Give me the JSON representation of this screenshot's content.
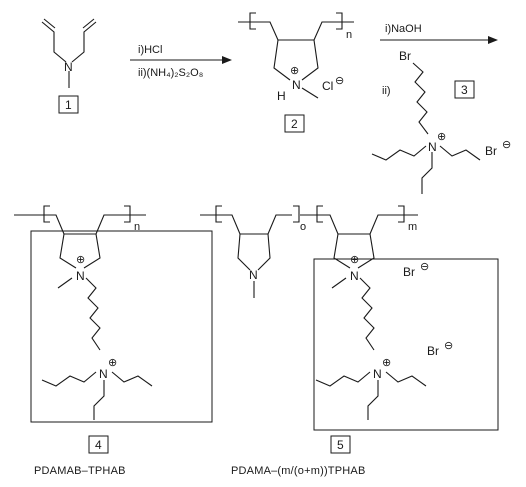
{
  "step1": {
    "reagent_1": "i)HCl",
    "reagent_2": "ii)(NH₄)₂S₂O₈"
  },
  "step2": {
    "reagent_1": "i)NaOH",
    "reagent_2": "ii)"
  },
  "compounds": {
    "c1": {
      "number": "1"
    },
    "c2": {
      "number": "2",
      "subscript": "n",
      "nh_H": "H",
      "nh_N": "N",
      "counterion": "Cl",
      "charge": "⊕",
      "anion_charge": "⊖"
    },
    "c3": {
      "number": "3",
      "br_top": "Br",
      "n_label": "N",
      "br_counter": "Br",
      "charge": "⊕",
      "anion_charge": "⊖"
    },
    "c4": {
      "number": "4",
      "subscript": "n",
      "n_ring": "N",
      "n_amm": "N",
      "charge": "⊕",
      "caption": "PDAMAB–TPHAB"
    },
    "c5": {
      "number": "5",
      "subscript_o": "o",
      "subscript_m": "m",
      "n_left": "N",
      "n_ring": "N",
      "n_amm": "N",
      "br_1": "Br",
      "br_2": "Br",
      "charge": "⊕",
      "anion_charge": "⊖",
      "caption": "PDAMA–(m/(o+m))TPHAB"
    }
  },
  "colors": {
    "ink": "#1a1a1a",
    "background": "#ffffff"
  }
}
